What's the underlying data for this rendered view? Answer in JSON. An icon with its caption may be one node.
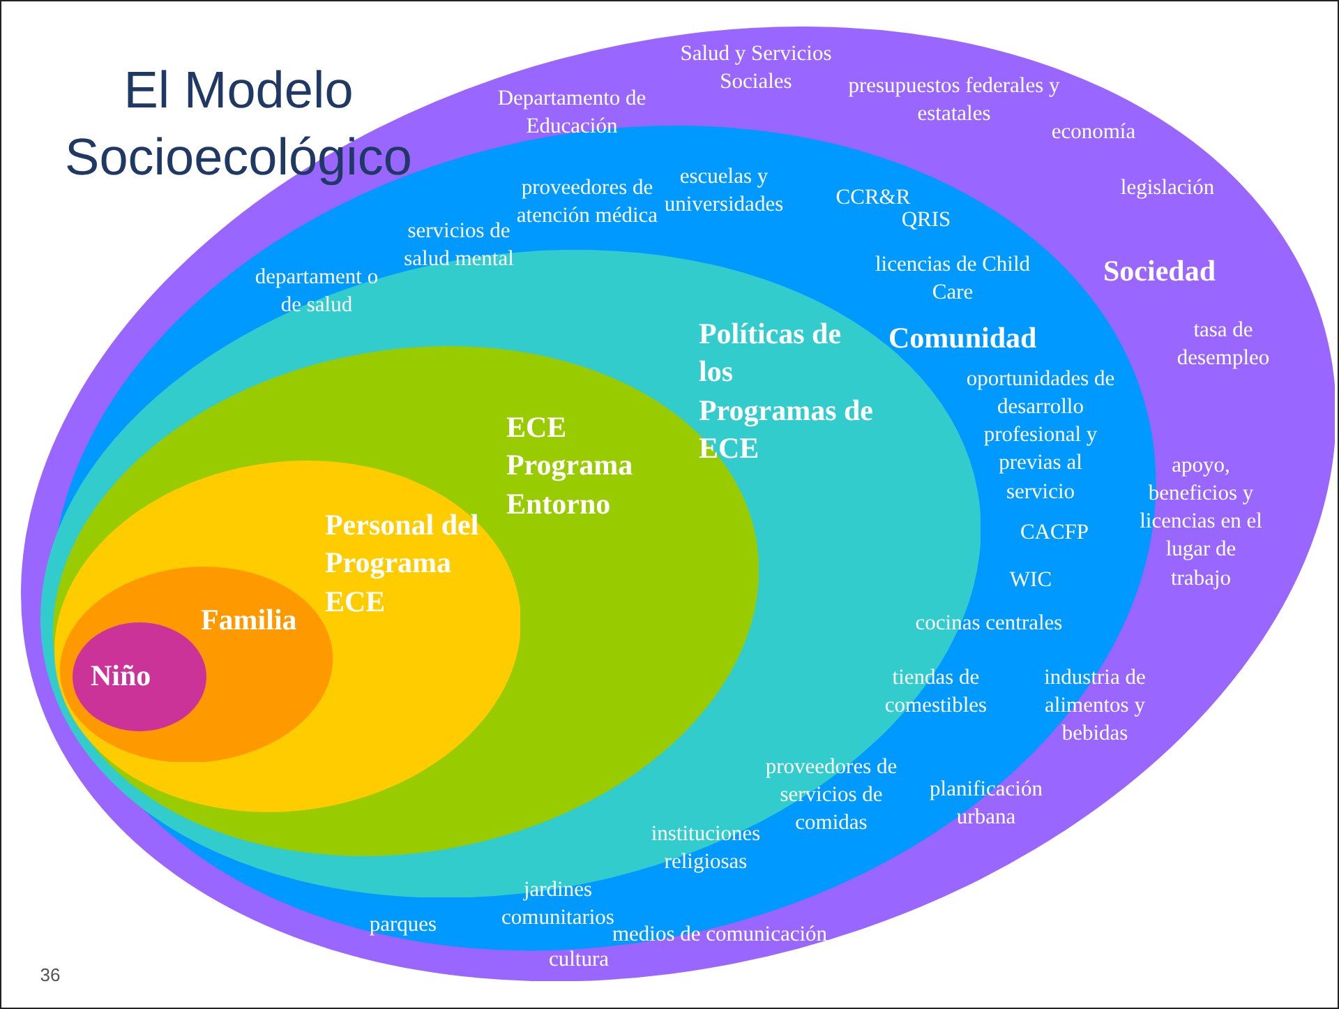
{
  "diagram": {
    "title": "El Modelo Socioecológico",
    "nodes": [
      {
        "text": [
          "Sociedad"
        ]
      },
      {
        "text": [
          "Comunidad"
        ],
        "in": 0
      },
      {
        "text": [
          "Políticas de los Programas de ECE"
        ],
        "in": 1
      },
      {
        "text": [
          "ECE Programa Entorno"
        ],
        "in": 2
      },
      {
        "text": [
          "Personal del Programa ECE"
        ],
        "in": 3
      },
      {
        "text": [
          "Familia"
        ],
        "in": 4
      },
      {
        "text": [
          "Niño"
        ],
        "in": 5
      }
    ],
    "labels": [
      "Salud y Servicios Sociales",
      "presupuestos federales y estatales",
      "Departamento de Educación",
      "economía",
      "escuelas y universidades",
      "proveedores de atención médica",
      "CCR&R",
      "legislación",
      "QRIS",
      "servicios de salud mental",
      "licencias de Child Care",
      "departament o de salud",
      "tasa de desempleo",
      "oportunidades de desarrollo profesional y previas al servicio",
      "apoyo, beneficios y licencias en el lugar de trabajo",
      "CACFP",
      "WIC",
      "cocinas centrales",
      "tiendas de comestibles",
      "industria de alimentos y bebidas",
      "proveedores de servicios de comidas",
      "planificación urbana",
      "instituciones religiosas",
      "jardines comunitarios",
      "parques",
      "medios de comunicación",
      "cultura",
      "36"
    ]
  }
}
